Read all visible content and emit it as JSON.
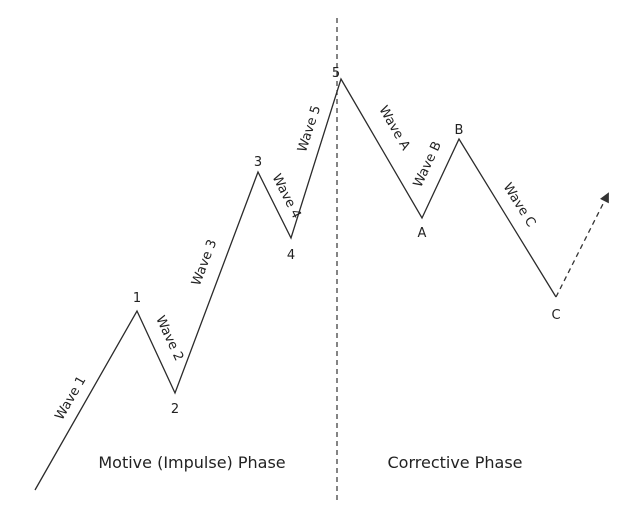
{
  "points": {
    "p1": "1",
    "p2": "2",
    "p3": "3",
    "p4": "4",
    "p5": "5",
    "pA": "A",
    "pB": "B",
    "pC": "C"
  },
  "waves": {
    "w1": "Wave 1",
    "w2": "Wave 2",
    "w3": "Wave 3",
    "w4": "Wave 4",
    "w5": "Wave 5",
    "wA": "Wave A",
    "wB": "Wave B",
    "wC": "Wave C"
  },
  "phases": {
    "motive": "Motive (Impulse) Phase",
    "corrective": "Corrective Phase"
  },
  "colors": {
    "line": "#2b2b2b",
    "text": "#222222",
    "background": "#ffffff"
  }
}
